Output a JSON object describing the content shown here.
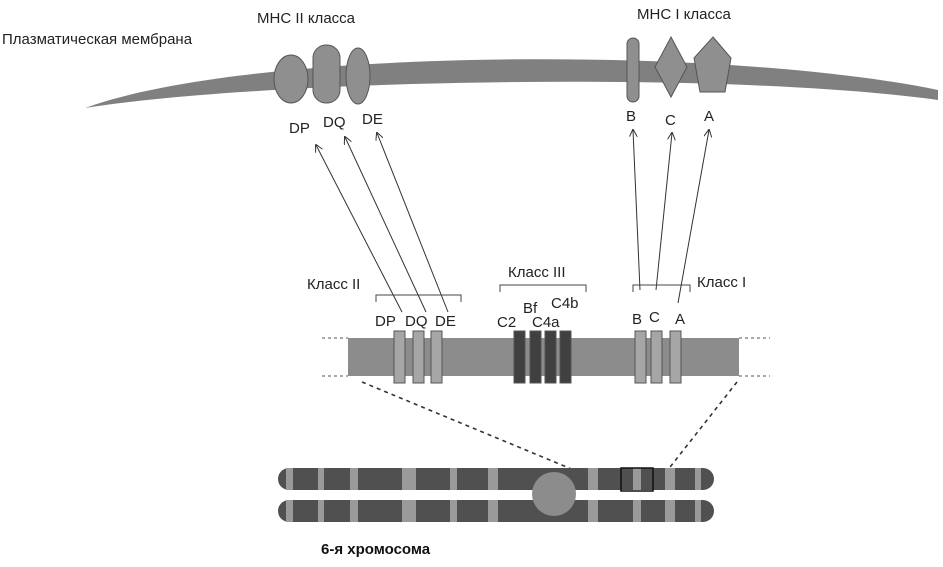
{
  "colors": {
    "membrane": "#808080",
    "protein": "#8f8f8f",
    "protein_stroke": "#555555",
    "gene_strip": "#8c8c8c",
    "gene_light": "#a6a6a6",
    "gene_dark": "#404040",
    "chromosome": "#505050",
    "chromosome_band": "#9a9a9a",
    "centromere": "#8c8c8c",
    "arrow": "#333333"
  },
  "labels": {
    "membrane": "Плазматическая мембрана",
    "mhc2": "МНС II класса",
    "mhc1": "МНС I класса",
    "chromosome": "6-я хромосома"
  },
  "proteins": {
    "class2": [
      "DP",
      "DQ",
      "DE"
    ],
    "class1": [
      "B",
      "C",
      "A"
    ]
  },
  "gene_map": {
    "class2": {
      "title": "Класс II",
      "genes": [
        "DP",
        "DQ",
        "DE"
      ]
    },
    "class3": {
      "title": "Класс III",
      "genes": [
        "C2",
        "Bf",
        "C4a",
        "C4b"
      ]
    },
    "class1": {
      "title": "Класс I",
      "genes": [
        "B",
        "C",
        "A"
      ]
    }
  }
}
